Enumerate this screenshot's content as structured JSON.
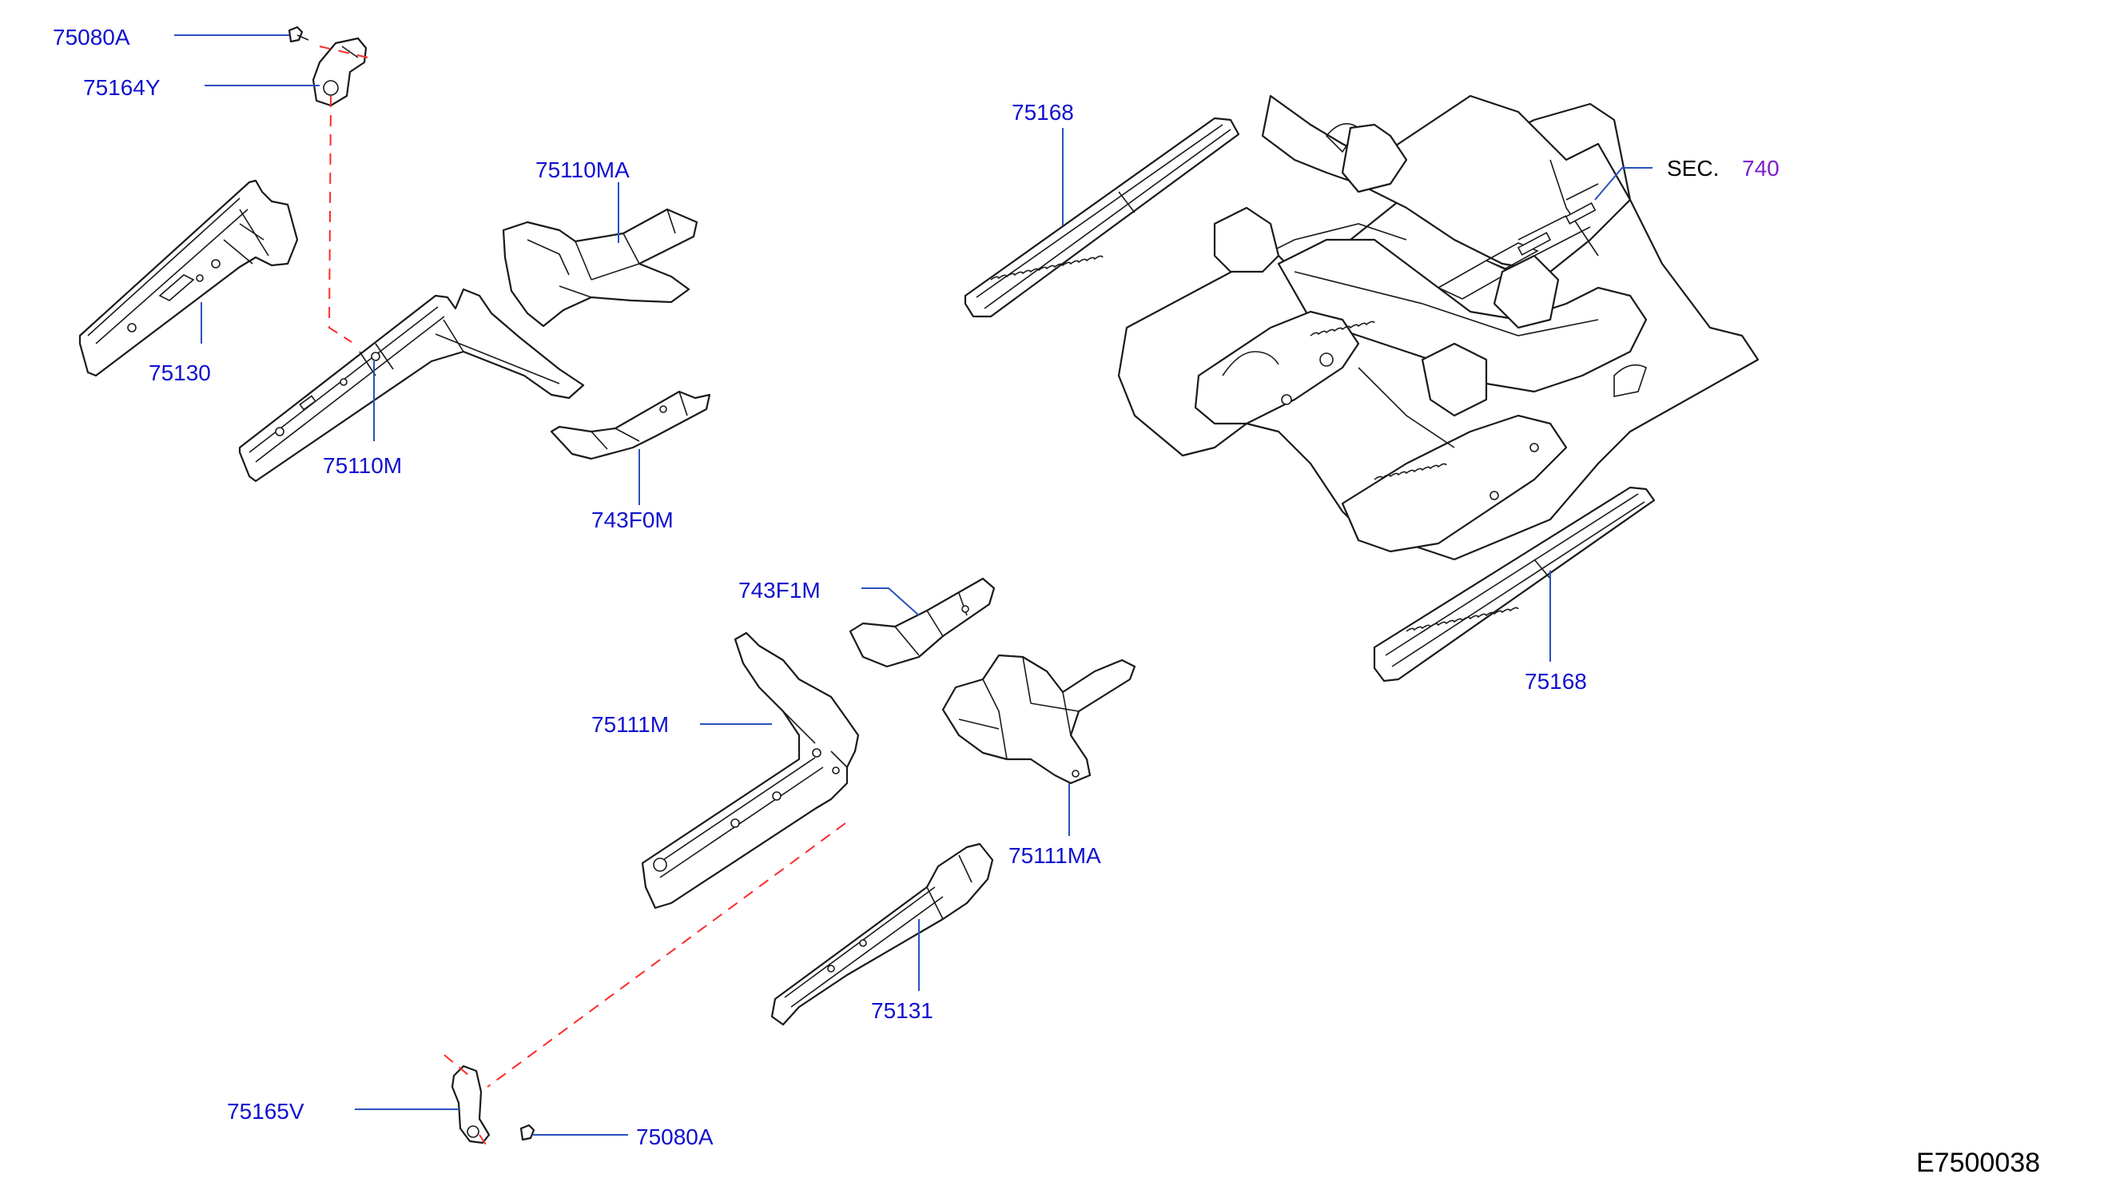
{
  "diagram_id": "E7500038",
  "section_ref": {
    "prefix": "SEC.",
    "number": "740"
  },
  "labels": {
    "p75080A_top": "75080A",
    "p75164Y": "75164Y",
    "p75110MA": "75110MA",
    "p75130": "75130",
    "p75110M": "75110M",
    "p743F0M": "743F0M",
    "p75168_top": "75168",
    "p75168_bottom": "75168",
    "p743F1M": "743F1M",
    "p75111M": "75111M",
    "p75111MA": "75111MA",
    "p75131": "75131",
    "p75165V": "75165V",
    "p75080A_bottom": "75080A"
  },
  "colors": {
    "label": "#1010d0",
    "leader": "#2a52be",
    "dashed_guide": "#ff2a2a",
    "section_number": "#7a1fd1",
    "outline": "#1a1a1a"
  }
}
